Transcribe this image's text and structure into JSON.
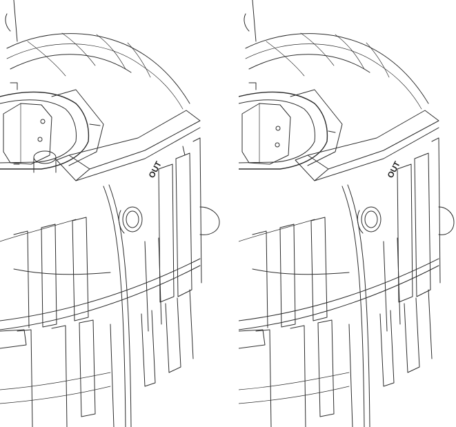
{
  "figure": {
    "panels": [
      {
        "id": "left",
        "label": "OUT"
      },
      {
        "id": "right",
        "label": "OUT"
      }
    ],
    "colors": {
      "line": "#2b2b2b",
      "background": "#ffffff"
    }
  }
}
